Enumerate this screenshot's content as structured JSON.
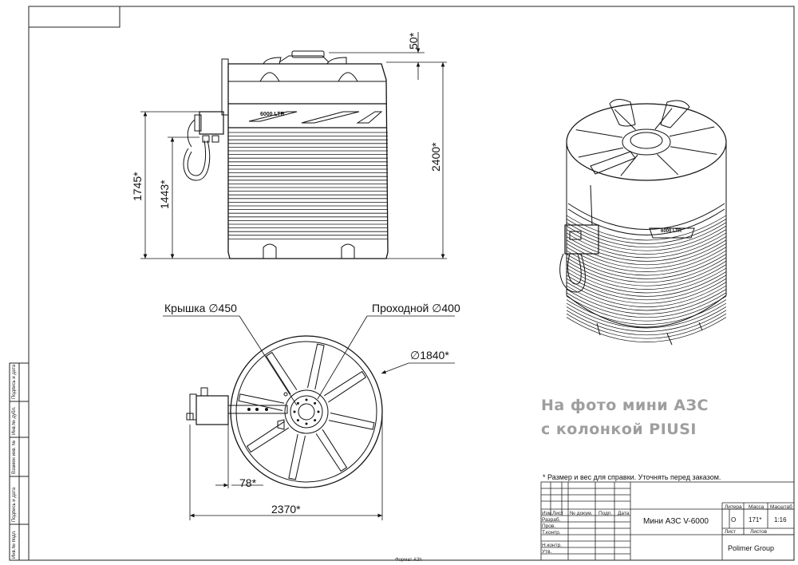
{
  "views": {
    "front_dims": {
      "cap_offset": "50*",
      "height_total": "2400*",
      "height_outlet": "1745*",
      "height_nozzle": "1443*"
    },
    "tank_marking": "6000 LTR",
    "top_dims": {
      "lid": "Крышка ∅450",
      "manhole": "Проходной ∅400",
      "diameter": "∅1840*",
      "offset": "78*",
      "width": "2370*"
    }
  },
  "photo_note": {
    "line1": "На фото мини АЗС",
    "line2": "с колонкой PIUSI"
  },
  "note": "* Размер и вес для справки. Уточнять перед заказом.",
  "title_block": {
    "product": "Мини АЗС V-6000",
    "company": "Polimer Group",
    "headers": {
      "litera": "Литера",
      "mass": "Масса",
      "scale": "Масштаб"
    },
    "values": {
      "litera": "О",
      "mass": "171*",
      "scale": "1:16"
    },
    "sheet": "Лист",
    "sheets": "Листов",
    "cols": [
      "Изм.",
      "Лист",
      "№ докум.",
      "Подп.",
      "Дата"
    ],
    "rows": [
      "Разраб.",
      "Пров.",
      "Т.контр.",
      "Н.контр.",
      "Утв."
    ]
  },
  "side_strip": [
    "Подпись и дата",
    "Инв.№ дубл.",
    "Взамен инв. №",
    "Подпись и дата",
    "Инв.№ подл."
  ],
  "format": "Формат А3h"
}
